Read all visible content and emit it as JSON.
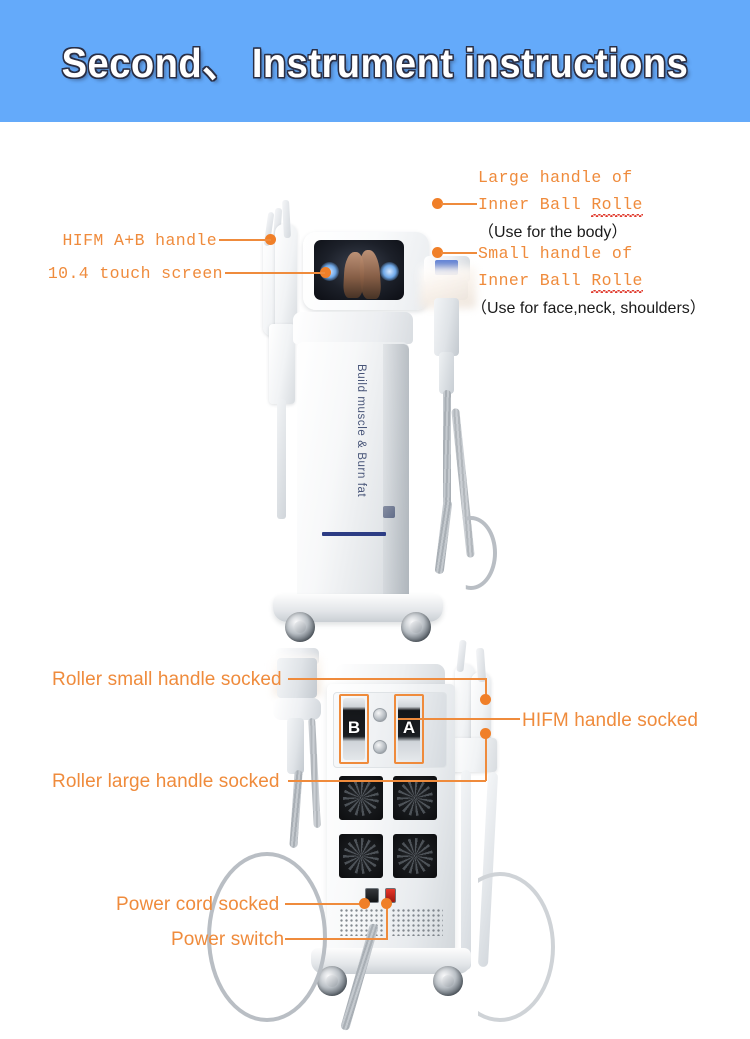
{
  "header": {
    "title": "Second、 Instrument instructions",
    "background_color": "#64aafa",
    "text_color": "#ffffff"
  },
  "theme": {
    "callout_color": "#ef8b3c",
    "dot_color": "#f07f28",
    "note_color": "#1a1a1a",
    "machine_accent_blue": "#2c3c84"
  },
  "top_section": {
    "machine_side_text": "Build muscle & Burn fat",
    "callouts": [
      {
        "id": "hifm-handle",
        "label": "HIFM A+B handle",
        "style": "mono",
        "align": "right"
      },
      {
        "id": "touch-screen",
        "label": "10.4 touch screen",
        "style": "mono",
        "align": "right"
      },
      {
        "id": "large-roller-handle",
        "label_line1": "Large handle of",
        "label_line2": "Inner Ball Rolle",
        "note": "（Use for the body）",
        "style": "mono",
        "align": "left",
        "misspelled_word": "Rolle"
      },
      {
        "id": "small-roller-handle",
        "label_line1": "Small handle of",
        "label_line2": "Inner Ball Rolle",
        "note": "（Use for face,neck, shoulders）",
        "style": "mono",
        "align": "left",
        "misspelled_word": "Rolle"
      }
    ]
  },
  "bottom_section": {
    "socket_labels": {
      "b": "B",
      "a": "A"
    },
    "callouts": [
      {
        "id": "roller-small-handle-socked",
        "label": "Roller small handle socked",
        "style": "rounded",
        "align": "right"
      },
      {
        "id": "roller-large-handle-socked",
        "label": "Roller large handle socked",
        "style": "rounded",
        "align": "right"
      },
      {
        "id": "hifm-handle-socked",
        "label": "HIFM handle socked",
        "style": "rounded",
        "align": "left"
      },
      {
        "id": "power-cord-socked",
        "label": "Power cord socked",
        "style": "rounded",
        "align": "right"
      },
      {
        "id": "power-switch",
        "label": "Power switch",
        "style": "rounded",
        "align": "right"
      }
    ]
  }
}
